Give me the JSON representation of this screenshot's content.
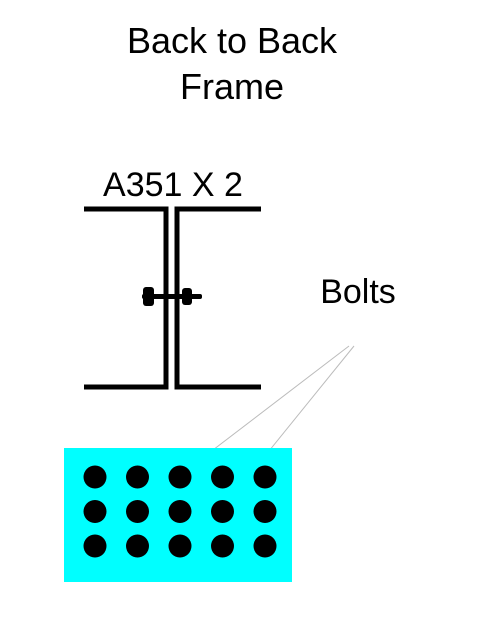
{
  "title": {
    "line1": "Back to Back",
    "line2": "Frame"
  },
  "section_label": "A351 X 2",
  "callout_label": "Bolts",
  "bolt_pattern": {
    "rows": 3,
    "columns": 5
  },
  "colors": {
    "plate": "#00ffff",
    "steel": "#000000",
    "bolt": "#000000",
    "leader": "#bbbbbb",
    "background": "#ffffff"
  }
}
